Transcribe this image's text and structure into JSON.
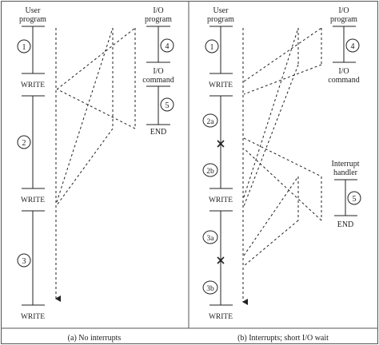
{
  "panel_a": {
    "caption": "(a) No interrupts",
    "user_program_label": [
      "User",
      "program"
    ],
    "io_program_label": [
      "I/O",
      "program"
    ],
    "io_command_label": [
      "I/O",
      "command"
    ],
    "end_label": "END",
    "write_labels": [
      "WRITE",
      "WRITE",
      "WRITE"
    ],
    "segments": [
      "1",
      "2",
      "3",
      "4",
      "5"
    ]
  },
  "panel_b": {
    "caption": "(b) Interrupts; short I/O wait",
    "user_program_label": [
      "User",
      "program"
    ],
    "io_program_label": [
      "I/O",
      "program"
    ],
    "io_command_label": [
      "I/O",
      "command"
    ],
    "interrupt_handler_label": [
      "Interrupt",
      "handler"
    ],
    "end_label": "END",
    "write_labels": [
      "WRITE",
      "WRITE",
      "WRITE"
    ],
    "segments": [
      "1",
      "4",
      "2a",
      "2b",
      "5",
      "3a",
      "3b"
    ]
  },
  "colors": {
    "line": "#222222",
    "frame": "#555555",
    "background": "#ffffff"
  }
}
